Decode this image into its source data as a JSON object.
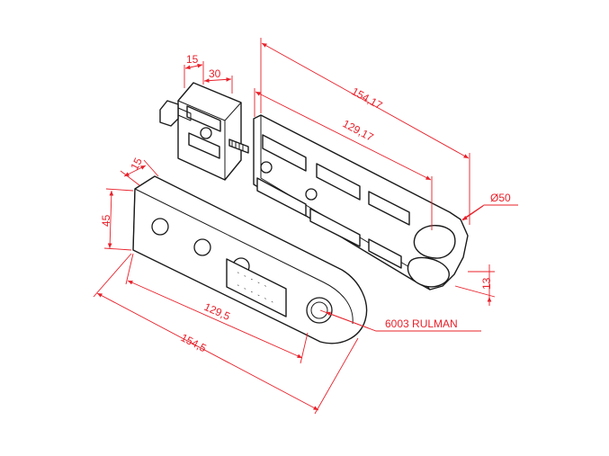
{
  "drawing": {
    "dimensions": {
      "clamp_width_15": "15",
      "clamp_width_30": "30",
      "slotted_length_overall": "154,17",
      "slotted_length_inner": "129,17",
      "end_diameter": "Ø50",
      "end_thickness": "13",
      "bar_thickness_15": "15",
      "bar_height": "45",
      "bar_length_inner": "129,5",
      "bar_length_overall": "154,5"
    },
    "callouts": {
      "bearing": "6003 RULMAN"
    },
    "colors": {
      "part_line": "#1a1a1a",
      "dimension_line": "#e8202a",
      "background": "#ffffff"
    }
  }
}
